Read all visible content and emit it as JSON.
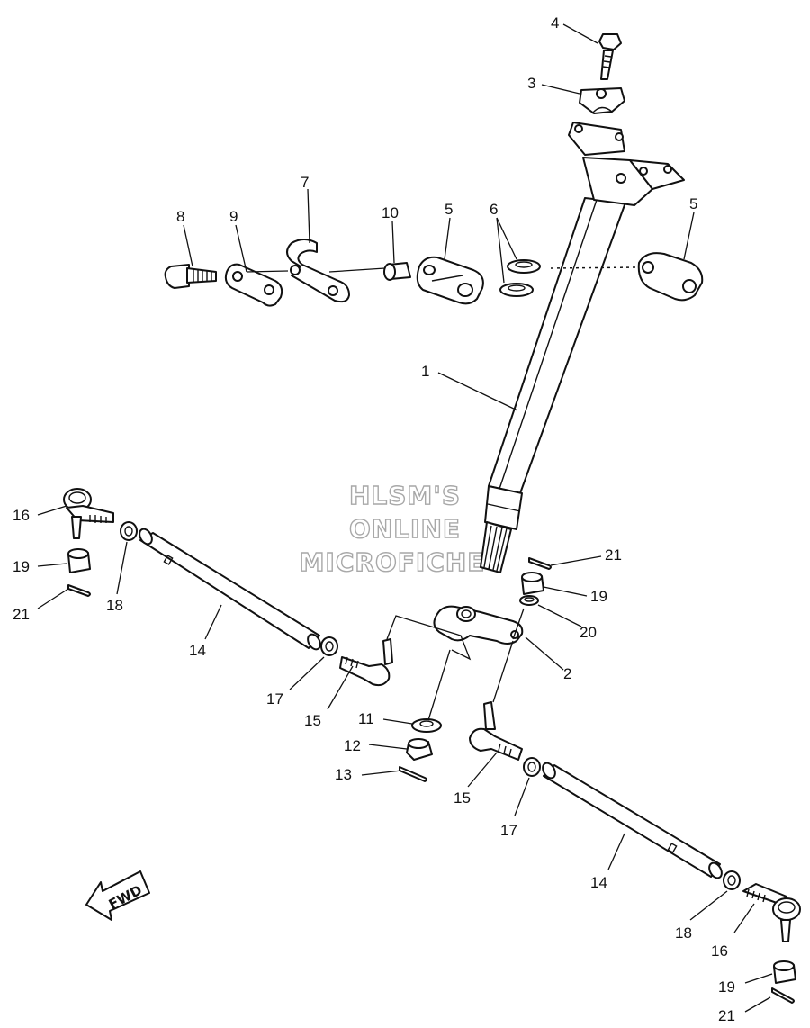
{
  "watermark": {
    "line1": "HLSM'S",
    "line2": "ONLINE",
    "line3": "MICROFICHE"
  },
  "fwd_label": "FWD",
  "callouts": {
    "c4": "4",
    "c3": "3",
    "c7": "7",
    "c8": "8",
    "c9": "9",
    "c10": "10",
    "c5a": "5",
    "c6": "6",
    "c5b": "5",
    "c1": "1",
    "c16a": "16",
    "c19a": "19",
    "c21a": "21",
    "c18a": "18",
    "c14a": "14",
    "c17a": "17",
    "c15a": "15",
    "c21b": "21",
    "c19b": "19",
    "c20": "20",
    "c2": "2",
    "c11": "11",
    "c12": "12",
    "c13": "13",
    "c15b": "15",
    "c17b": "17",
    "c14b": "14",
    "c18b": "18",
    "c16b": "16",
    "c19c": "19",
    "c21c": "21"
  }
}
